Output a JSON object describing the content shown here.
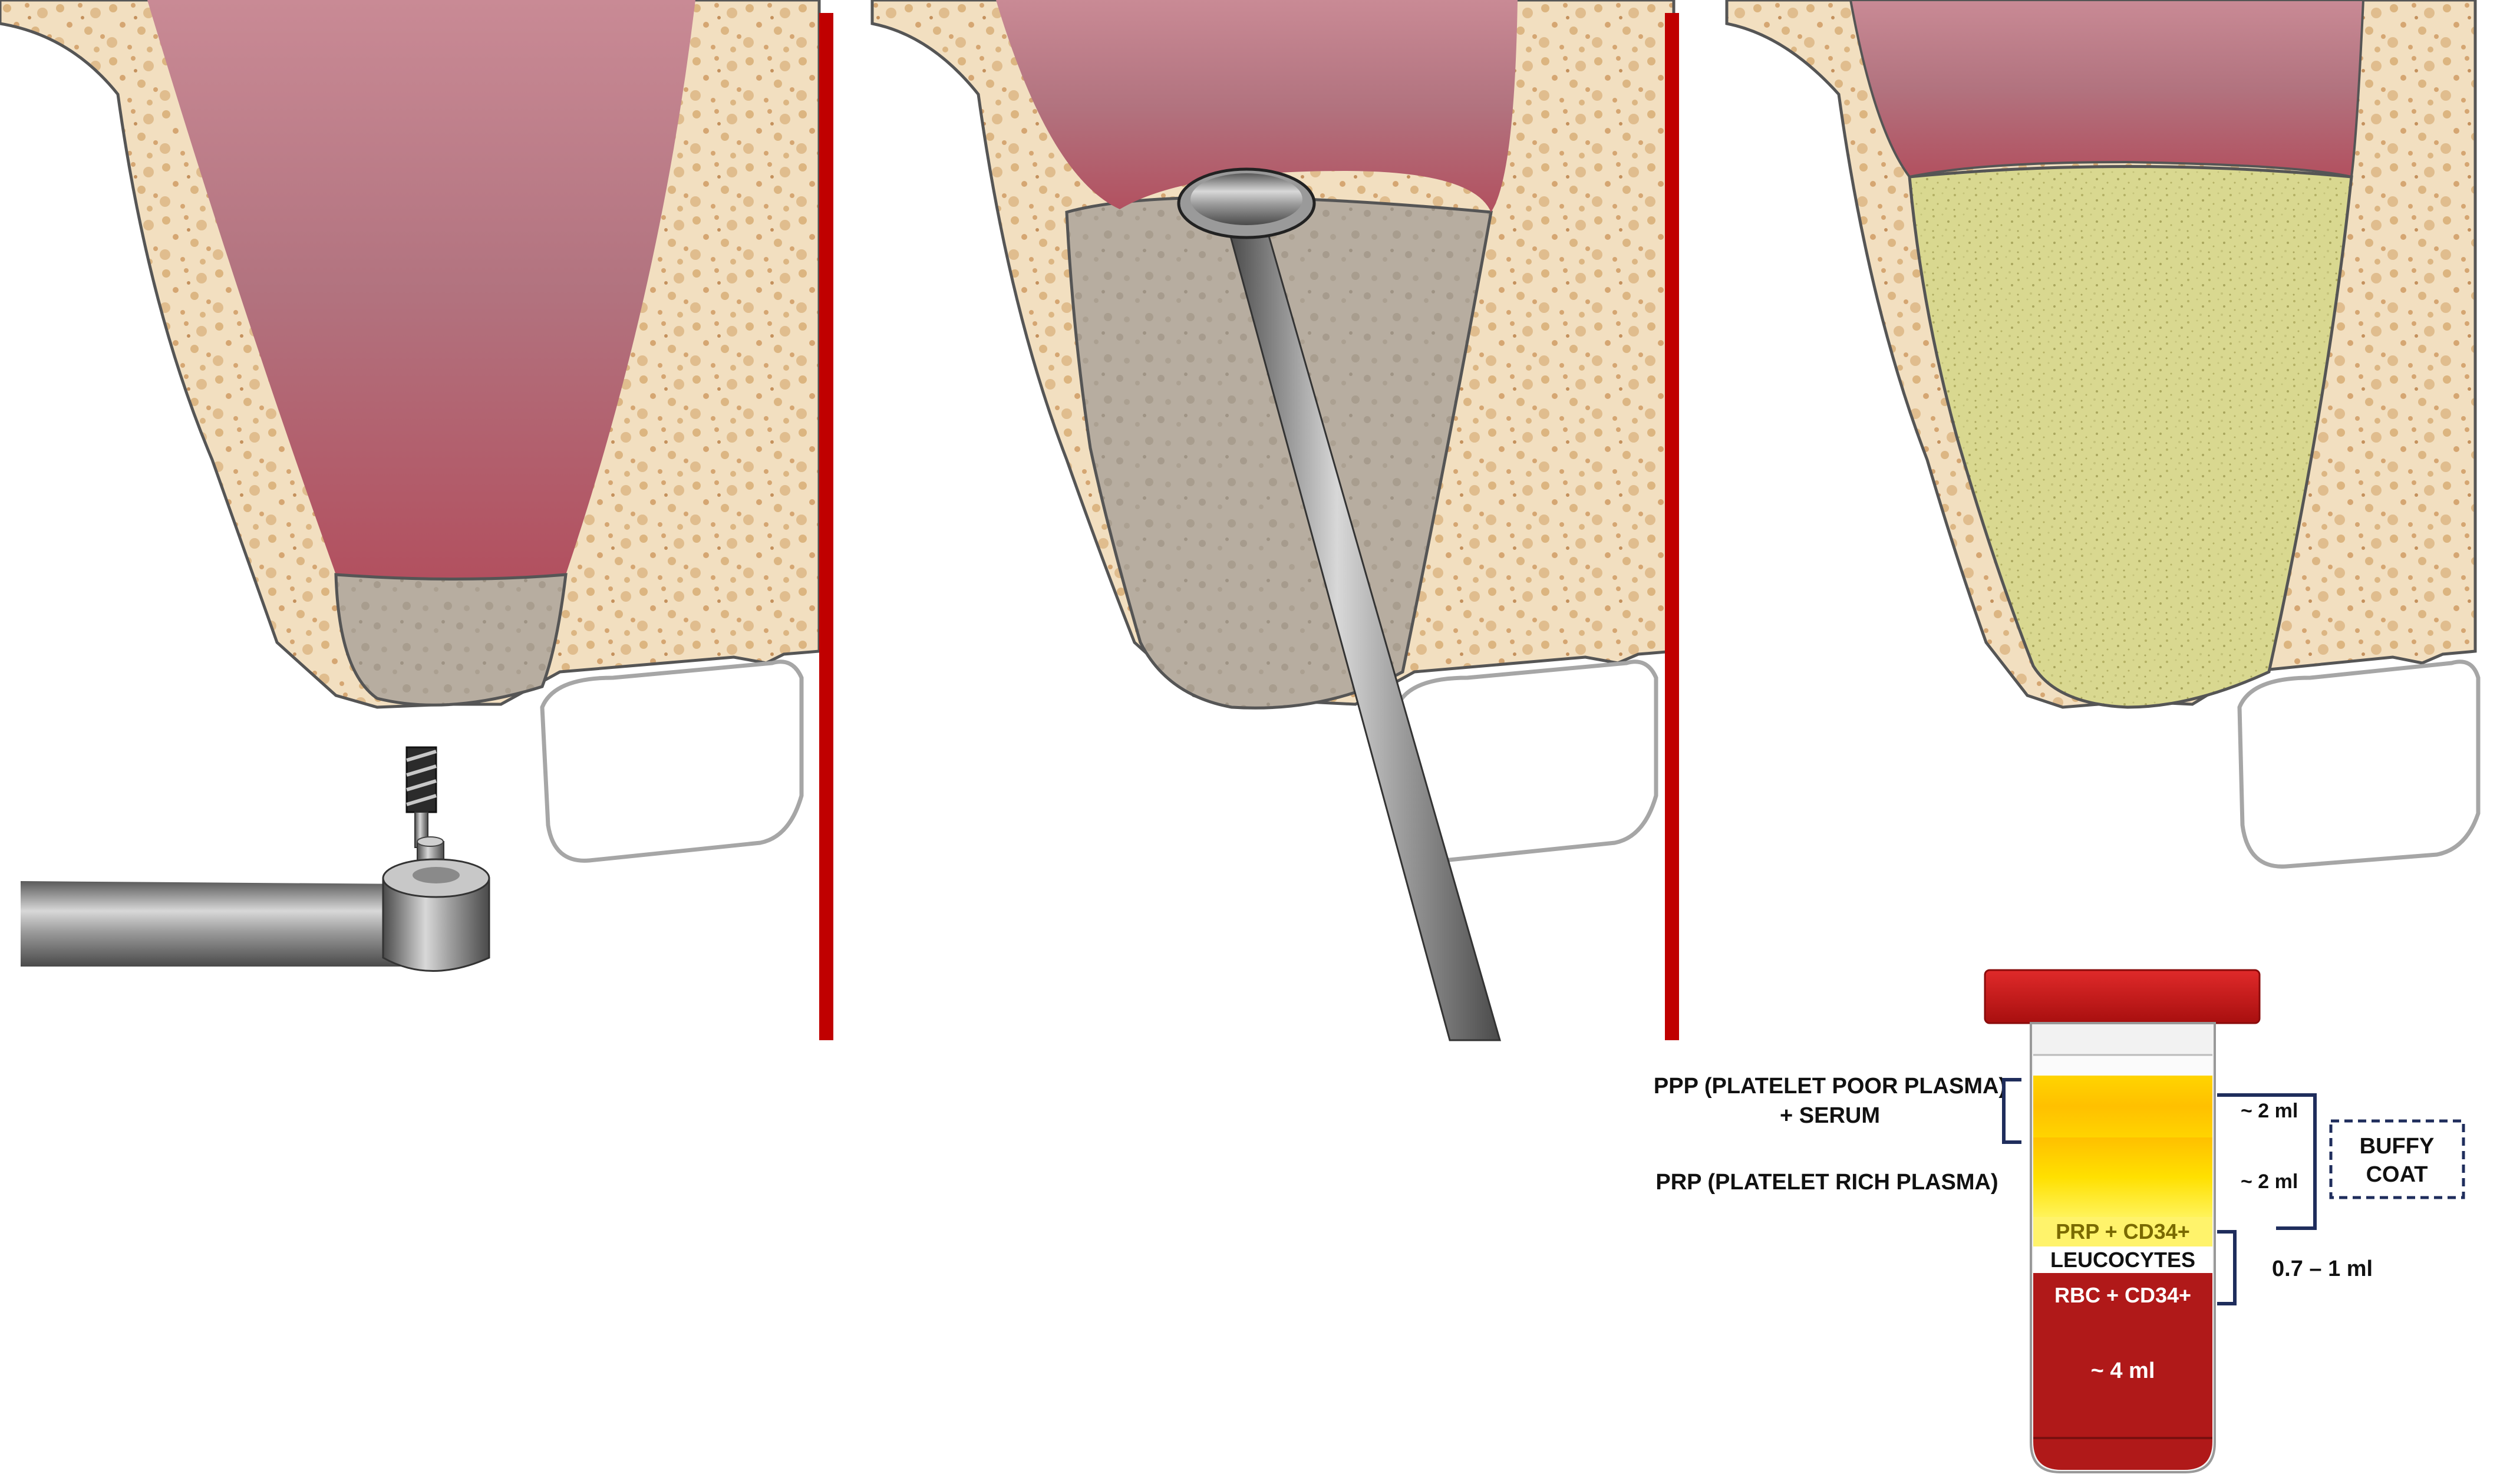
{
  "colors": {
    "bone": "#f2dfc0",
    "bone_spot": "#d4a66a",
    "root_top": "#c98a95",
    "root_bottom": "#b2505f",
    "defect_gray": "#b7ada0",
    "graft_yellow": "#d9d890",
    "metal": "#8a8a8a",
    "divider": "#c00000",
    "tube_cap": "#cc1c1c",
    "rbc": "#b01919",
    "plasma_yellow": "#ffd400",
    "bracket": "#1f2d5c"
  },
  "icons": [
    "drill-bur-icon",
    "handpiece-icon",
    "condenser-instrument-icon",
    "blood-tube-icon"
  ],
  "tube": {
    "layers": [
      {
        "key": "ppp",
        "label": "~ 2 ml"
      },
      {
        "key": "prp",
        "label": "~ 2 ml"
      },
      {
        "key": "prp_cd34",
        "label": "PRP + CD34+"
      },
      {
        "key": "leucocytes",
        "label": "LEUCOCYTES"
      },
      {
        "key": "rbc_cd34",
        "label": "RBC + CD34+"
      },
      {
        "key": "rbc",
        "label": "~ 4 ml"
      }
    ],
    "labels": {
      "ppp_line1": "PPP (PLATELET POOR PLASMA)",
      "ppp_line2": "+ SERUM",
      "prp": "PRP (PLATELET RICH PLASMA)",
      "buffy_line1": "BUFFY",
      "buffy_line2": "COAT",
      "leuco_volume": "0.7 – 1 ml"
    }
  }
}
